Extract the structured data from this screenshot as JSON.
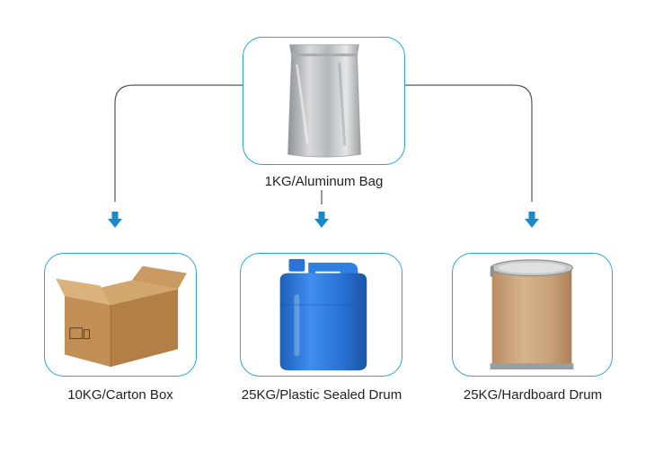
{
  "diagram": {
    "top_item": {
      "label": "1KG/Aluminum Bag",
      "image": "aluminum-foil-bag"
    },
    "items": [
      {
        "label": "10KG/Carton Box",
        "image": "cardboard-carton-box"
      },
      {
        "label": "25KG/Plastic Sealed Drum",
        "image": "blue-plastic-jerrycan"
      },
      {
        "label": "25KG/Hardboard Drum",
        "image": "fiber-hardboard-drum"
      }
    ]
  },
  "colors": {
    "accent": "#29a3d6",
    "connector": "#555555",
    "arrow": "#1e88c7"
  }
}
